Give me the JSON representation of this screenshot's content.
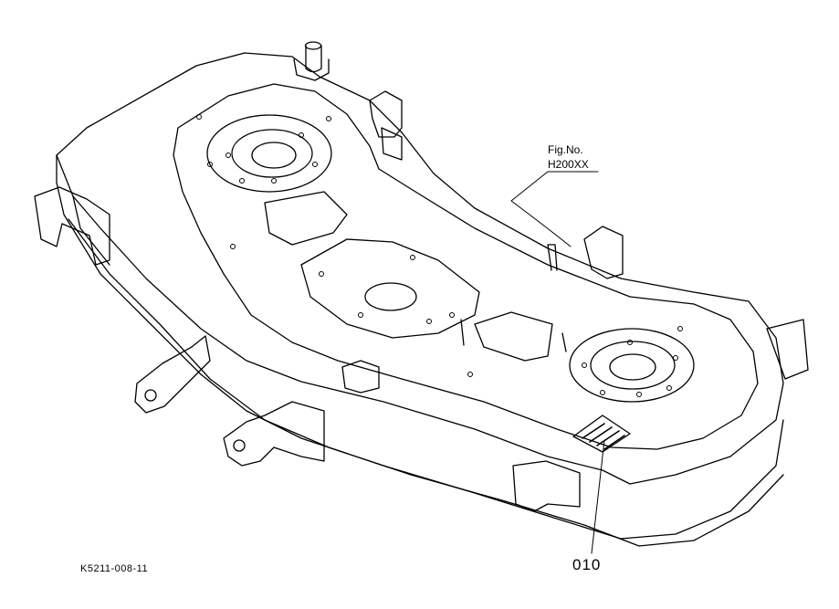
{
  "diagram": {
    "figure_reference_label": "Fig.No.",
    "figure_reference_code": "H200XX",
    "part_number_callout": "010",
    "drawing_id": "K5211-008-11"
  }
}
